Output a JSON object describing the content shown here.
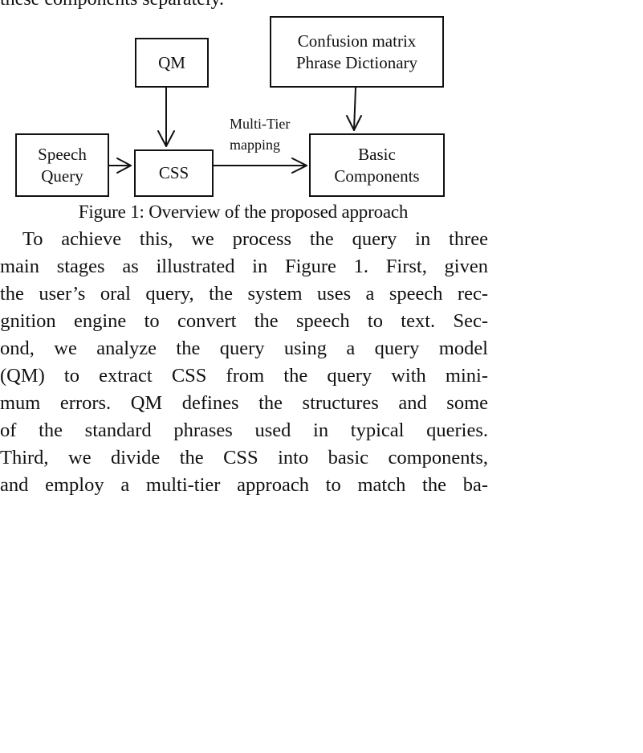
{
  "paper": {
    "prev_line": "these components separately.",
    "figure": {
      "nodes": {
        "qm": [
          "QM"
        ],
        "confusion": [
          "Confusion matrix",
          "Phrase Dictionary"
        ],
        "speech": [
          "Speech",
          "Query"
        ],
        "css": [
          "CSS"
        ],
        "basic": [
          "Basic",
          "Components"
        ]
      },
      "edge_label": [
        "Multi-Tier",
        "mapping"
      ],
      "caption": "Figure 1: Overview of the proposed approach"
    },
    "body_lines": [
      "To achieve this, we process the query in three",
      "main stages as illustrated in Figure 1. First, given",
      "the user’s oral query, the system uses a speech rec-",
      "ognition engine to convert the speech to text. Sec-",
      "ond, we analyze the query using a query model",
      "(QM) to extract CSS from the query with mini-",
      "mum errors. QM defines the structures and some",
      "of the standard phrases used in typical queries.",
      "Third, we divide the CSS into basic components,",
      "and employ a multi-tier approach to match the ba-"
    ]
  }
}
